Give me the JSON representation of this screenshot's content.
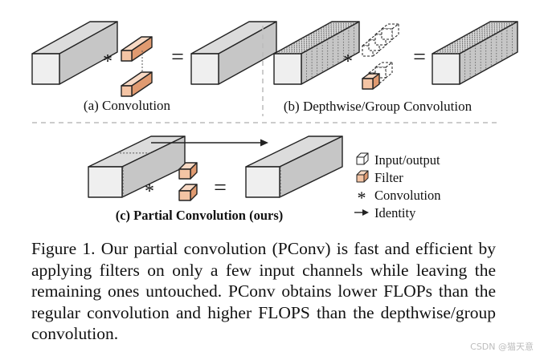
{
  "panels": {
    "a": {
      "label": "(a) Convolution"
    },
    "b": {
      "label": "(b) Depthwise/Group Convolution"
    },
    "c": {
      "label": "(c) Partial Convolution (ours)"
    }
  },
  "symbols": {
    "conv": "*",
    "equals": "="
  },
  "legend": {
    "items": [
      {
        "icon": "cube-outline-icon",
        "label": "Input/output"
      },
      {
        "icon": "filter-cube-icon",
        "label": "Filter"
      },
      {
        "icon": "asterisk-icon",
        "label": "Convolution"
      },
      {
        "icon": "arrow-right-icon",
        "label": "Identity"
      }
    ]
  },
  "caption": "Figure 1. Our partial convolution (PConv) is fast and efficient by applying filters on only a few input channels while leaving the remaining ones untouched. PConv obtains lower FLOPs than the regular convolution and higher FLOPS than the depthwise/group convolution.",
  "watermark": "CSDN @猫天意",
  "colors": {
    "cube_front": "#efefef",
    "cube_top": "#dcdcdc",
    "cube_side": "#c6c6c6",
    "filter_front": "#f4c4a4",
    "filter_top": "#f8d9c4",
    "filter_side": "#e09a70",
    "stroke": "#222222",
    "divider": "#bbbbbb"
  }
}
